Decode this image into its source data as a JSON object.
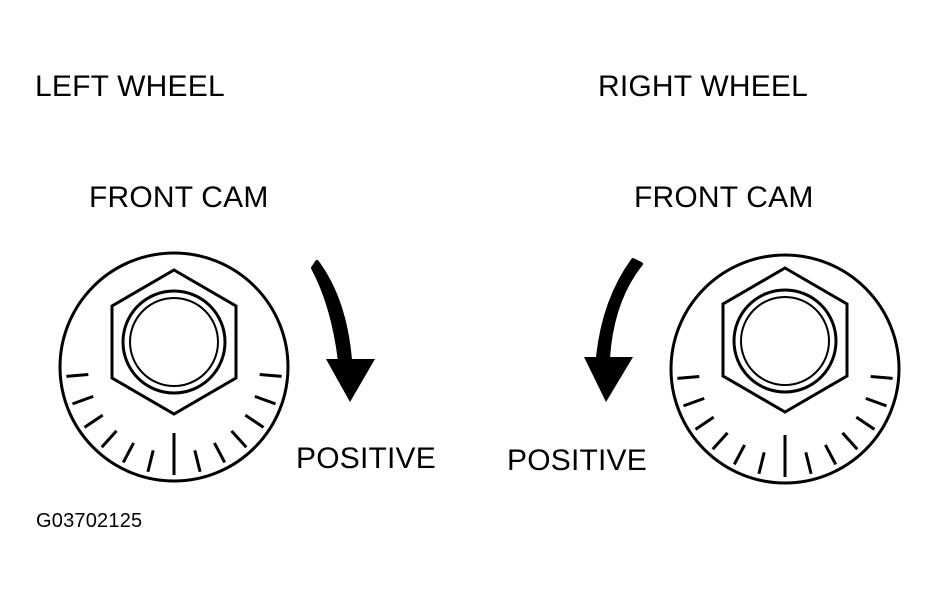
{
  "left_wheel": {
    "heading": "LEFT WHEEL",
    "cam_label": "FRONT CAM",
    "direction_label": "POSITIVE",
    "arrow_direction": "clockwise"
  },
  "right_wheel": {
    "heading": "RIGHT WHEEL",
    "cam_label": "FRONT CAM",
    "direction_label": "POSITIVE",
    "arrow_direction": "counterclockwise"
  },
  "figure_id": "G03702125",
  "colors": {
    "line": "#000000",
    "background": "#ffffff"
  }
}
